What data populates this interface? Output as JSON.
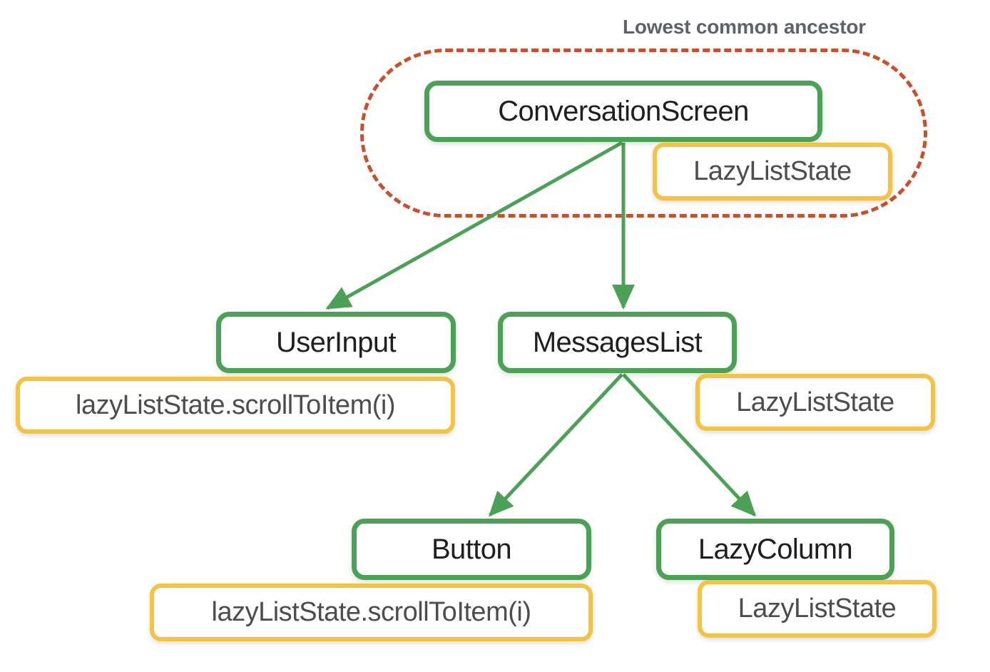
{
  "diagram": {
    "title": "Lowest common ancestor",
    "colors": {
      "node_border": "#4ba155",
      "badge_border": "#f5c242",
      "hull_border": "#c8512b",
      "arrow": "#4ba155",
      "node_text": "#1f1f1f",
      "badge_text": "#4d4d4d",
      "title_text": "#5f6368",
      "background": "#ffffff"
    },
    "nodes": [
      {
        "id": "conversationscreen",
        "label": "ConversationScreen"
      },
      {
        "id": "userinput",
        "label": "UserInput"
      },
      {
        "id": "messageslist",
        "label": "MessagesList"
      },
      {
        "id": "button",
        "label": "Button"
      },
      {
        "id": "lazycolumn",
        "label": "LazyColumn"
      }
    ],
    "badges": [
      {
        "id": "conversationscreen",
        "label": "LazyListState"
      },
      {
        "id": "userinput",
        "label": "lazyListState.scrollToItem(i)"
      },
      {
        "id": "messageslist",
        "label": "LazyListState"
      },
      {
        "id": "button",
        "label": "lazyListState.scrollToItem(i)"
      },
      {
        "id": "lazycolumn",
        "label": "LazyListState"
      }
    ],
    "edges": [
      {
        "from": "conversationscreen",
        "to": "userinput"
      },
      {
        "from": "conversationscreen",
        "to": "messageslist"
      },
      {
        "from": "messageslist",
        "to": "button"
      },
      {
        "from": "messageslist",
        "to": "lazycolumn"
      }
    ],
    "hull": {
      "label": "Lowest common ancestor",
      "contains": [
        "conversationscreen",
        "LazyListState"
      ]
    }
  }
}
